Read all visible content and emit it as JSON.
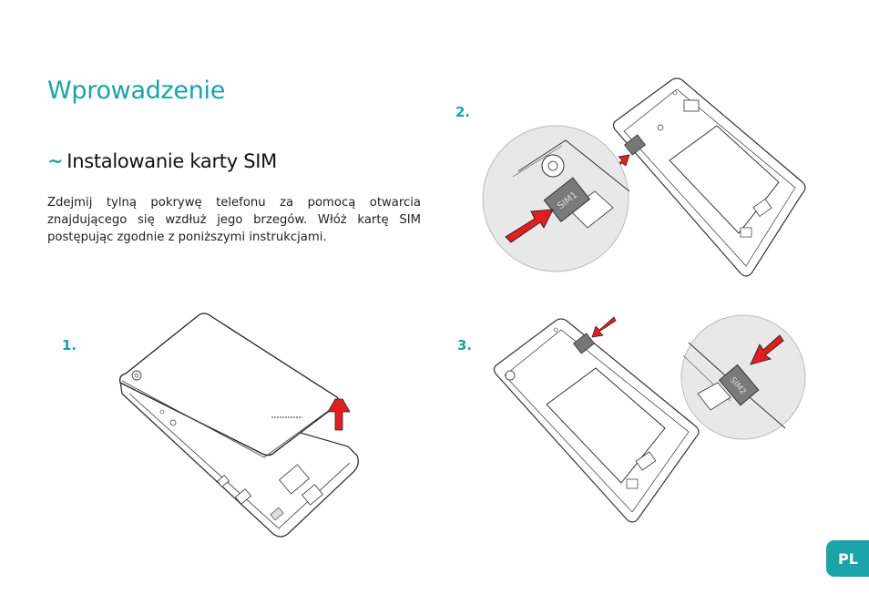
{
  "page": {
    "title": "Wprowadzenie",
    "section_tilde": "~",
    "section_title": "Instalowanie karty SIM",
    "instructions": "Zdejmij tylną pokrywę telefonu za pomocą otwarcia znajdującego się wzdłuż jego brzegów. Włóż kartę SIM postępując zgodnie z poniższymi instrukcjami."
  },
  "steps": [
    {
      "label": "1."
    },
    {
      "label": "2.",
      "card_label": "SIM1"
    },
    {
      "label": "3.",
      "card_label": "SIM2"
    }
  ],
  "language_badge": "PL",
  "colors": {
    "accent": "#1aa3a8",
    "arrow": "#e41e1e",
    "line": "#333333"
  }
}
